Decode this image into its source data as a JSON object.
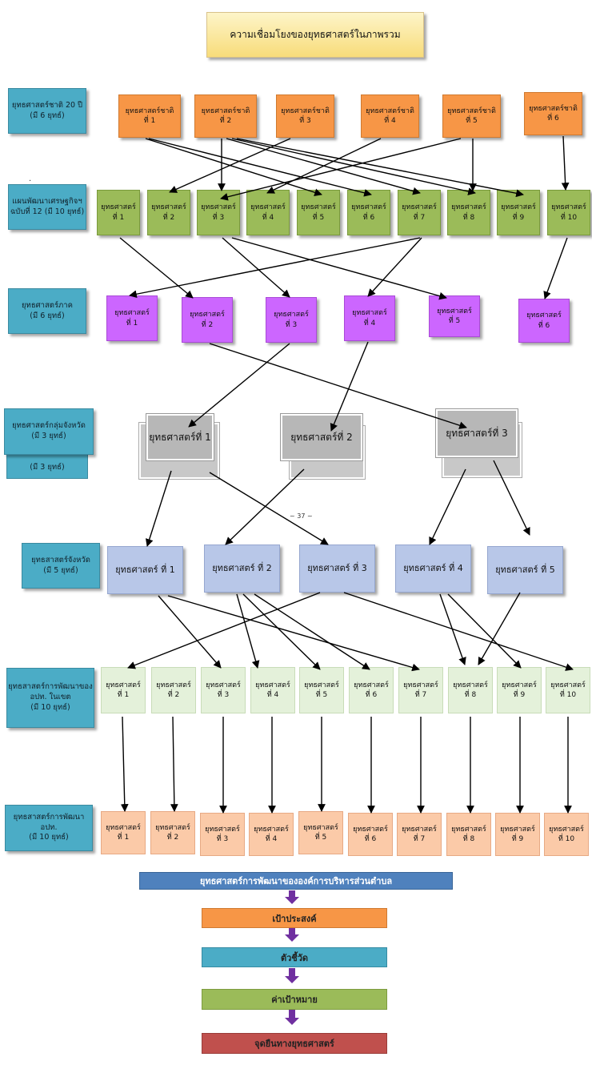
{
  "title": "ความเชื่อมโยงของยุทธศาสตร์ในภาพรวม",
  "labels": {
    "national": {
      "line1": "ยุทธศาสตร์ชาติ 20 ปี",
      "line2": "(มี 6 ยุทธ์)"
    },
    "plan12": {
      "line1": "แผนพัฒนาเศรษฐกิจฯ",
      "line2": "ฉบับที่ 12 (มี 10 ยุทธ์)"
    },
    "region": {
      "line1": "ยุทธศาสตร์ภาค",
      "line2": "(มี 6 ยุทธ์)"
    },
    "provgroup": {
      "line1": "ยุทธศาสตร์กลุ่มจังหวัด",
      "line2": "(มี 3 ยุทธ์)",
      "ghost": "(มี 3 ยุทธ์)"
    },
    "province": {
      "line1": "ยุทธสาสตร์จังหวัด",
      "line2": "(มี 5 ยุทธ์)"
    },
    "district": {
      "line1": "ยุทธสาสตร์การพัฒนาของ",
      "line2": "อปท. ในเขต",
      "line3": "(มี 10 ยุทธ์)"
    },
    "local": {
      "line1": "ยุทธสาสตร์การพัฒนา อปท.",
      "line2": "(มี 10 ยุทธ์)"
    }
  },
  "national": [
    {
      "l1": "ยุทธศาสตร์ชาติ",
      "l2": "ที่ 1"
    },
    {
      "l1": "ยุทธศาสตร์ชาติ",
      "l2": "ที่ 2"
    },
    {
      "l1": "ยุทธศาสตร์ชาติ",
      "l2": "ที่ 3"
    },
    {
      "l1": "ยุทธศาสตร์ชาติ",
      "l2": "ที่ 4"
    },
    {
      "l1": "ยุทธศาสตร์ชาติ",
      "l2": "ที่ 5"
    },
    {
      "l1": "ยุทธศาสตร์ชาติ",
      "l2": "ที่ 6"
    }
  ],
  "plan12": [
    {
      "l1": "ยุทธศาสตร์",
      "l2": "ที่ 1"
    },
    {
      "l1": "ยุทธศาสตร์",
      "l2": "ที่ 2"
    },
    {
      "l1": "ยุทธศาสตร์",
      "l2": "ที่ 3"
    },
    {
      "l1": "ยุทธศาสตร์",
      "l2": "ที่ 4"
    },
    {
      "l1": "ยุทธศาสตร์",
      "l2": "ที่ 5"
    },
    {
      "l1": "ยุทธศาสตร์",
      "l2": "ที่ 6"
    },
    {
      "l1": "ยุทธศาสตร์",
      "l2": "ที่ 7"
    },
    {
      "l1": "ยุทธศาสตร์",
      "l2": "ที่ 8"
    },
    {
      "l1": "ยุทธศาสตร์",
      "l2": "ที่ 9"
    },
    {
      "l1": "ยุทธศาสตร์",
      "l2": "ที่ 10"
    }
  ],
  "region": [
    {
      "l1": "ยุทธศาสตร์",
      "l2": "ที่ 1"
    },
    {
      "l1": "ยุทธศาสตร์",
      "l2": "ที่ 2"
    },
    {
      "l1": "ยุทธศาสตร์",
      "l2": "ที่ 3"
    },
    {
      "l1": "ยุทธศาสตร์",
      "l2": "ที่ 4"
    },
    {
      "l1": "ยุทธศาสตร์",
      "l2": "ที่ 5"
    },
    {
      "l1": "ยุทธศาสตร์",
      "l2": "ที่ 6"
    }
  ],
  "provgroup": [
    "ยุทธศาสตร์ที่ 1",
    "ยุทธศาสตร์ที่ 2",
    "ยุทธศาสตร์ที่ 3"
  ],
  "province": [
    "ยุทธศาสตร์ ที่ 1",
    "ยุทธศาสตร์ ที่ 2",
    "ยุทธศาสตร์ ที่ 3",
    "ยุทธศาสตร์ ที่ 4",
    "ยุทธศาสตร์ ที่ 5"
  ],
  "district": [
    {
      "l1": "ยุทธศาสตร์",
      "l2": "ที่ 1"
    },
    {
      "l1": "ยุทธศาสตร์",
      "l2": "ที่ 2"
    },
    {
      "l1": "ยุทธศาสตร์",
      "l2": "ที่ 3"
    },
    {
      "l1": "ยุทธศาสตร์",
      "l2": "ที่ 4"
    },
    {
      "l1": "ยุทธศาสตร์",
      "l2": "ที่ 5"
    },
    {
      "l1": "ยุทธศาสตร์",
      "l2": "ที่ 6"
    },
    {
      "l1": "ยุทธศาสตร์",
      "l2": "ที่ 7"
    },
    {
      "l1": "ยุทธศาสตร์",
      "l2": "ที่ 8"
    },
    {
      "l1": "ยุทธศาสตร์",
      "l2": "ที่ 9"
    },
    {
      "l1": "ยุทธศาสตร์",
      "l2": "ที่ 10"
    }
  ],
  "local": [
    {
      "l1": "ยุทธศาสตร์",
      "l2": "ที่ 1"
    },
    {
      "l1": "ยุทธศาสตร์",
      "l2": "ที่ 2"
    },
    {
      "l1": "ยุทธศาสตร์",
      "l2": "ที่ 3"
    },
    {
      "l1": "ยุทธศาสตร์",
      "l2": "ที่ 4"
    },
    {
      "l1": "ยุทธศาสตร์",
      "l2": "ที่ 5"
    },
    {
      "l1": "ยุทธศาสตร์",
      "l2": "ที่ 6"
    },
    {
      "l1": "ยุทธศาสตร์",
      "l2": "ที่ 7"
    },
    {
      "l1": "ยุทธศาสตร์",
      "l2": "ที่ 8"
    },
    {
      "l1": "ยุทธศาสตร์",
      "l2": "ที่ 9"
    },
    {
      "l1": "ยุทธศาสตร์",
      "l2": "ที่ 10"
    }
  ],
  "page_note": "~ 37 ~",
  "stray_mark": ".",
  "flow": [
    "ยุทธศาสตร์การพัฒนาขององค์การบริหารส่วนตำบล",
    "เป้าประสงค์",
    "ตัวชี้วัด",
    "ค่าเป้าหมาย",
    "จุดยืนทางยุทธศาสตร์"
  ],
  "colors": {
    "national": "#f79646",
    "plan12": "#9bbb59",
    "region": "#cc66ff",
    "provgroup": "#b7b7b7",
    "province": "#b8c7e8",
    "district": "#e4f1da",
    "local": "#fbcaa8",
    "label": "#4bacc6",
    "flow_arrow": "#7030a0"
  }
}
